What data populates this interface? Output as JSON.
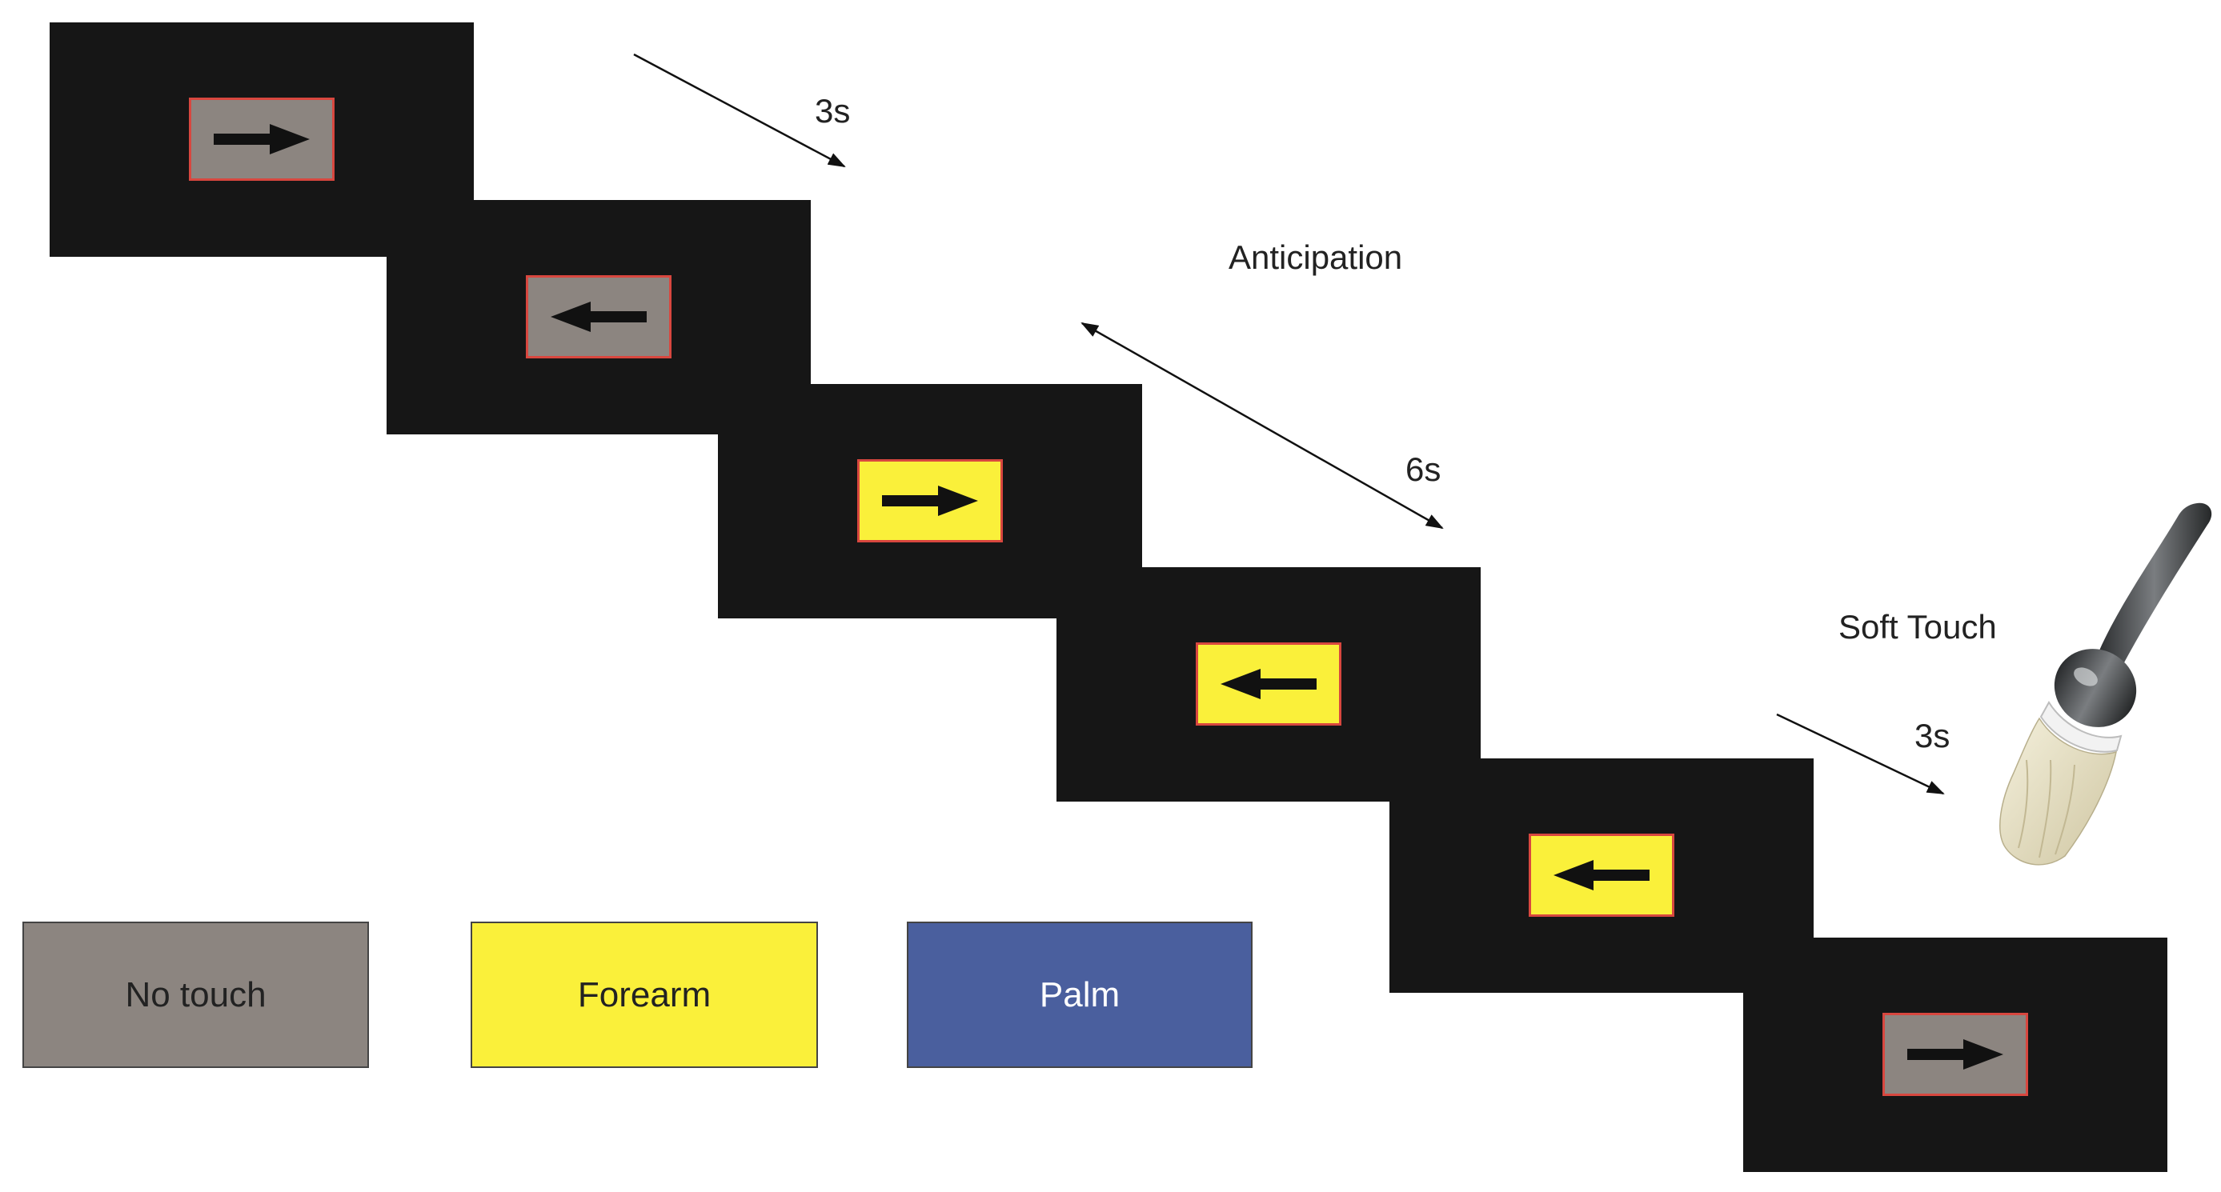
{
  "colors": {
    "screen": "#161616",
    "no_touch": "#8c8580",
    "forearm": "#faf03a",
    "palm": "#4a5f9e",
    "cue_border": "#d8473f",
    "arrow": "#111111"
  },
  "trial_sequence": [
    {
      "cue_color": "no_touch",
      "arrow_direction": "right"
    },
    {
      "cue_color": "no_touch",
      "arrow_direction": "left"
    },
    {
      "cue_color": "forearm",
      "arrow_direction": "right"
    },
    {
      "cue_color": "forearm",
      "arrow_direction": "left"
    },
    {
      "cue_color": "forearm",
      "arrow_direction": "left"
    },
    {
      "cue_color": "no_touch",
      "arrow_direction": "right"
    }
  ],
  "timings": {
    "first": "3s",
    "anticipation_phase": "Anticipation",
    "anticipation": "6s",
    "touch_phase": "Soft Touch",
    "touch": "3s"
  },
  "legend": [
    {
      "label": "No touch",
      "color": "no_touch",
      "text_color": "#222222"
    },
    {
      "label": "Forearm",
      "color": "forearm",
      "text_color": "#222222"
    },
    {
      "label": "Palm",
      "color": "palm",
      "text_color": "#ffffff"
    }
  ],
  "icons": {
    "stimulus": "paintbrush-icon"
  }
}
